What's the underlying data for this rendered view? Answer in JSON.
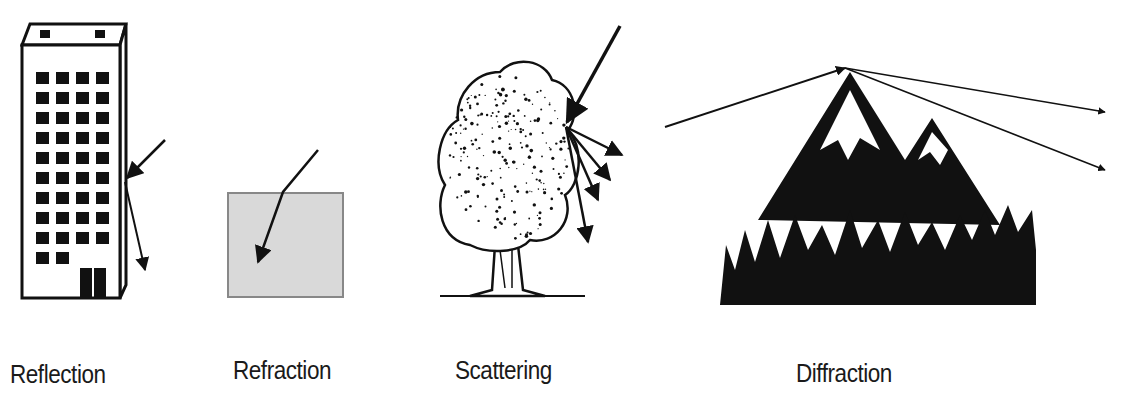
{
  "diagram": {
    "labels": [
      "Reflection",
      "Refraction",
      "Scattering",
      "Diffraction"
    ]
  }
}
